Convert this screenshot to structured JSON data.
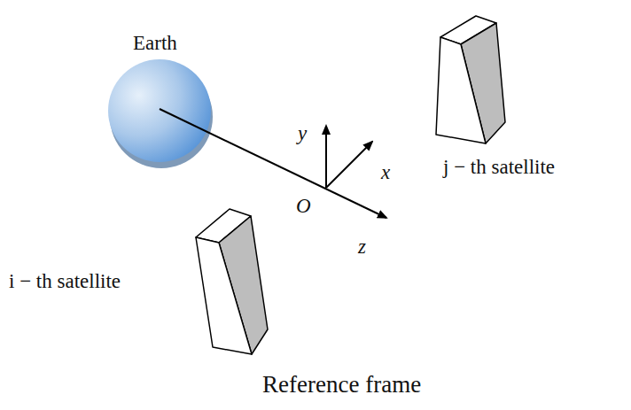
{
  "diagram": {
    "caption": "Reference frame",
    "labels": [
      "Earth",
      "y",
      "x",
      "O",
      "z",
      "j − th satellite",
      "i − th satellite"
    ]
  }
}
